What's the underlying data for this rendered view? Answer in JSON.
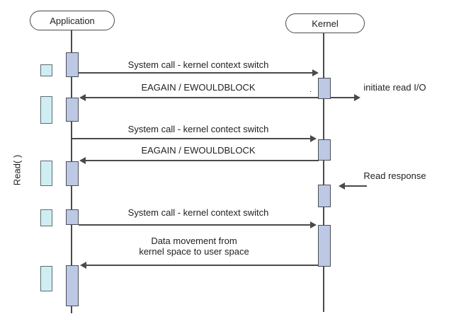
{
  "colors": {
    "line": "#4a4a4a",
    "text": "#222222",
    "activation_fill": "#bcc8e4",
    "activation_border": "#494f57",
    "call_fill": "#cfeef3",
    "call_border": "#5d6b70"
  },
  "diagram": {
    "type": "sequence-diagram",
    "side_label": "Read( )",
    "lifelines": [
      {
        "label": "Application"
      },
      {
        "label": "Kernel"
      }
    ],
    "messages": [
      {
        "label": "System call - kernel context switch",
        "from": "Application",
        "to": "Kernel"
      },
      {
        "label": "EAGAIN / EWOULDBLOCK",
        "from": "Kernel",
        "to": "Application"
      },
      {
        "label": "initiate read I/O",
        "from": "Kernel",
        "to": "external"
      },
      {
        "label": "System call - kernel contect switch",
        "from": "Application",
        "to": "Kernel"
      },
      {
        "label": "EAGAIN / EWOULDBLOCK",
        "from": "Kernel",
        "to": "Application"
      },
      {
        "label": "Read response",
        "from": "external",
        "to": "Kernel"
      },
      {
        "label": "System call - kernel context switch",
        "from": "Application",
        "to": "Kernel"
      },
      {
        "label": "Data movement from\nkernel space to user space",
        "from": "Kernel",
        "to": "Application"
      }
    ],
    "artifact_dot": "."
  }
}
